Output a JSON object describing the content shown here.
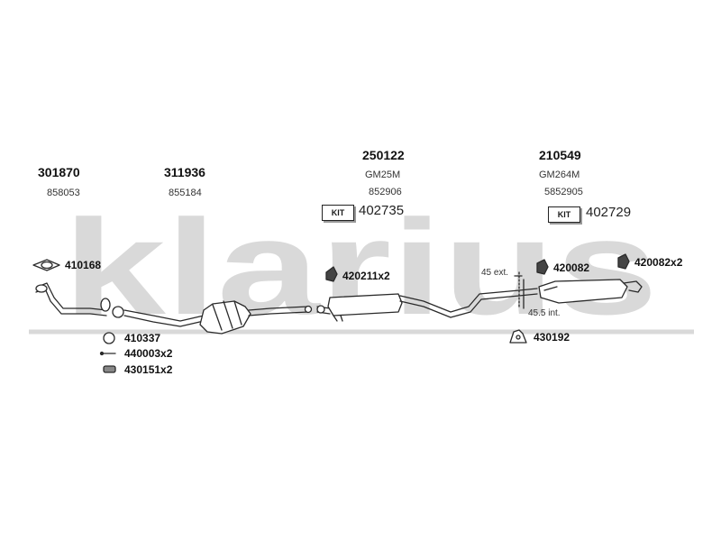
{
  "watermark": "klarius",
  "assemblies": [
    {
      "code": "301870",
      "ref": "858053"
    },
    {
      "code": "311936",
      "ref": "855184"
    },
    {
      "code": "250122",
      "sub": "GM25M",
      "ref": "852906",
      "kit_label": "KIT",
      "kit_number": "402735"
    },
    {
      "code": "210549",
      "sub": "GM264M",
      "ref": "5852905",
      "kit_label": "KIT",
      "kit_number": "402729"
    }
  ],
  "parts": {
    "p410168": "410168",
    "p420211": "420211x2",
    "p420082": "420082",
    "p420082x2": "420082x2",
    "p410337": "410337",
    "p440003": "440003x2",
    "p430151": "430151x2",
    "p430192": "430192"
  },
  "dimensions": {
    "ext": "45 ext.",
    "int": "45.5 int."
  },
  "colors": {
    "watermark": "#d9d9d9",
    "line": "#2a2a2a",
    "part_fill": "#ffffff"
  }
}
